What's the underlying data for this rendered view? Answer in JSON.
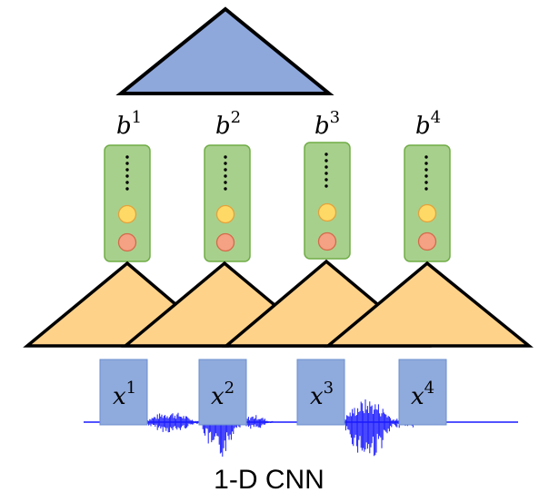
{
  "caption": "1-D CNN",
  "output_labels": [
    {
      "base": "b",
      "sup": "1"
    },
    {
      "base": "b",
      "sup": "2"
    },
    {
      "base": "b",
      "sup": "3"
    },
    {
      "base": "b",
      "sup": "4"
    }
  ],
  "input_labels": [
    {
      "base": "x",
      "sup": "1"
    },
    {
      "base": "x",
      "sup": "2"
    },
    {
      "base": "x",
      "sup": "3"
    },
    {
      "base": "x",
      "sup": "4"
    }
  ],
  "colors": {
    "top_triangle": "#8FA8DC",
    "conv_triangle": "#FFD28A",
    "vector_box": "#A8D08D",
    "vector_border": "#70AD47",
    "yellow_dot": "#FFD966",
    "orange_dot": "#F4A184",
    "input_box": "#8FAADC",
    "waveform": "#1A1AFF"
  }
}
